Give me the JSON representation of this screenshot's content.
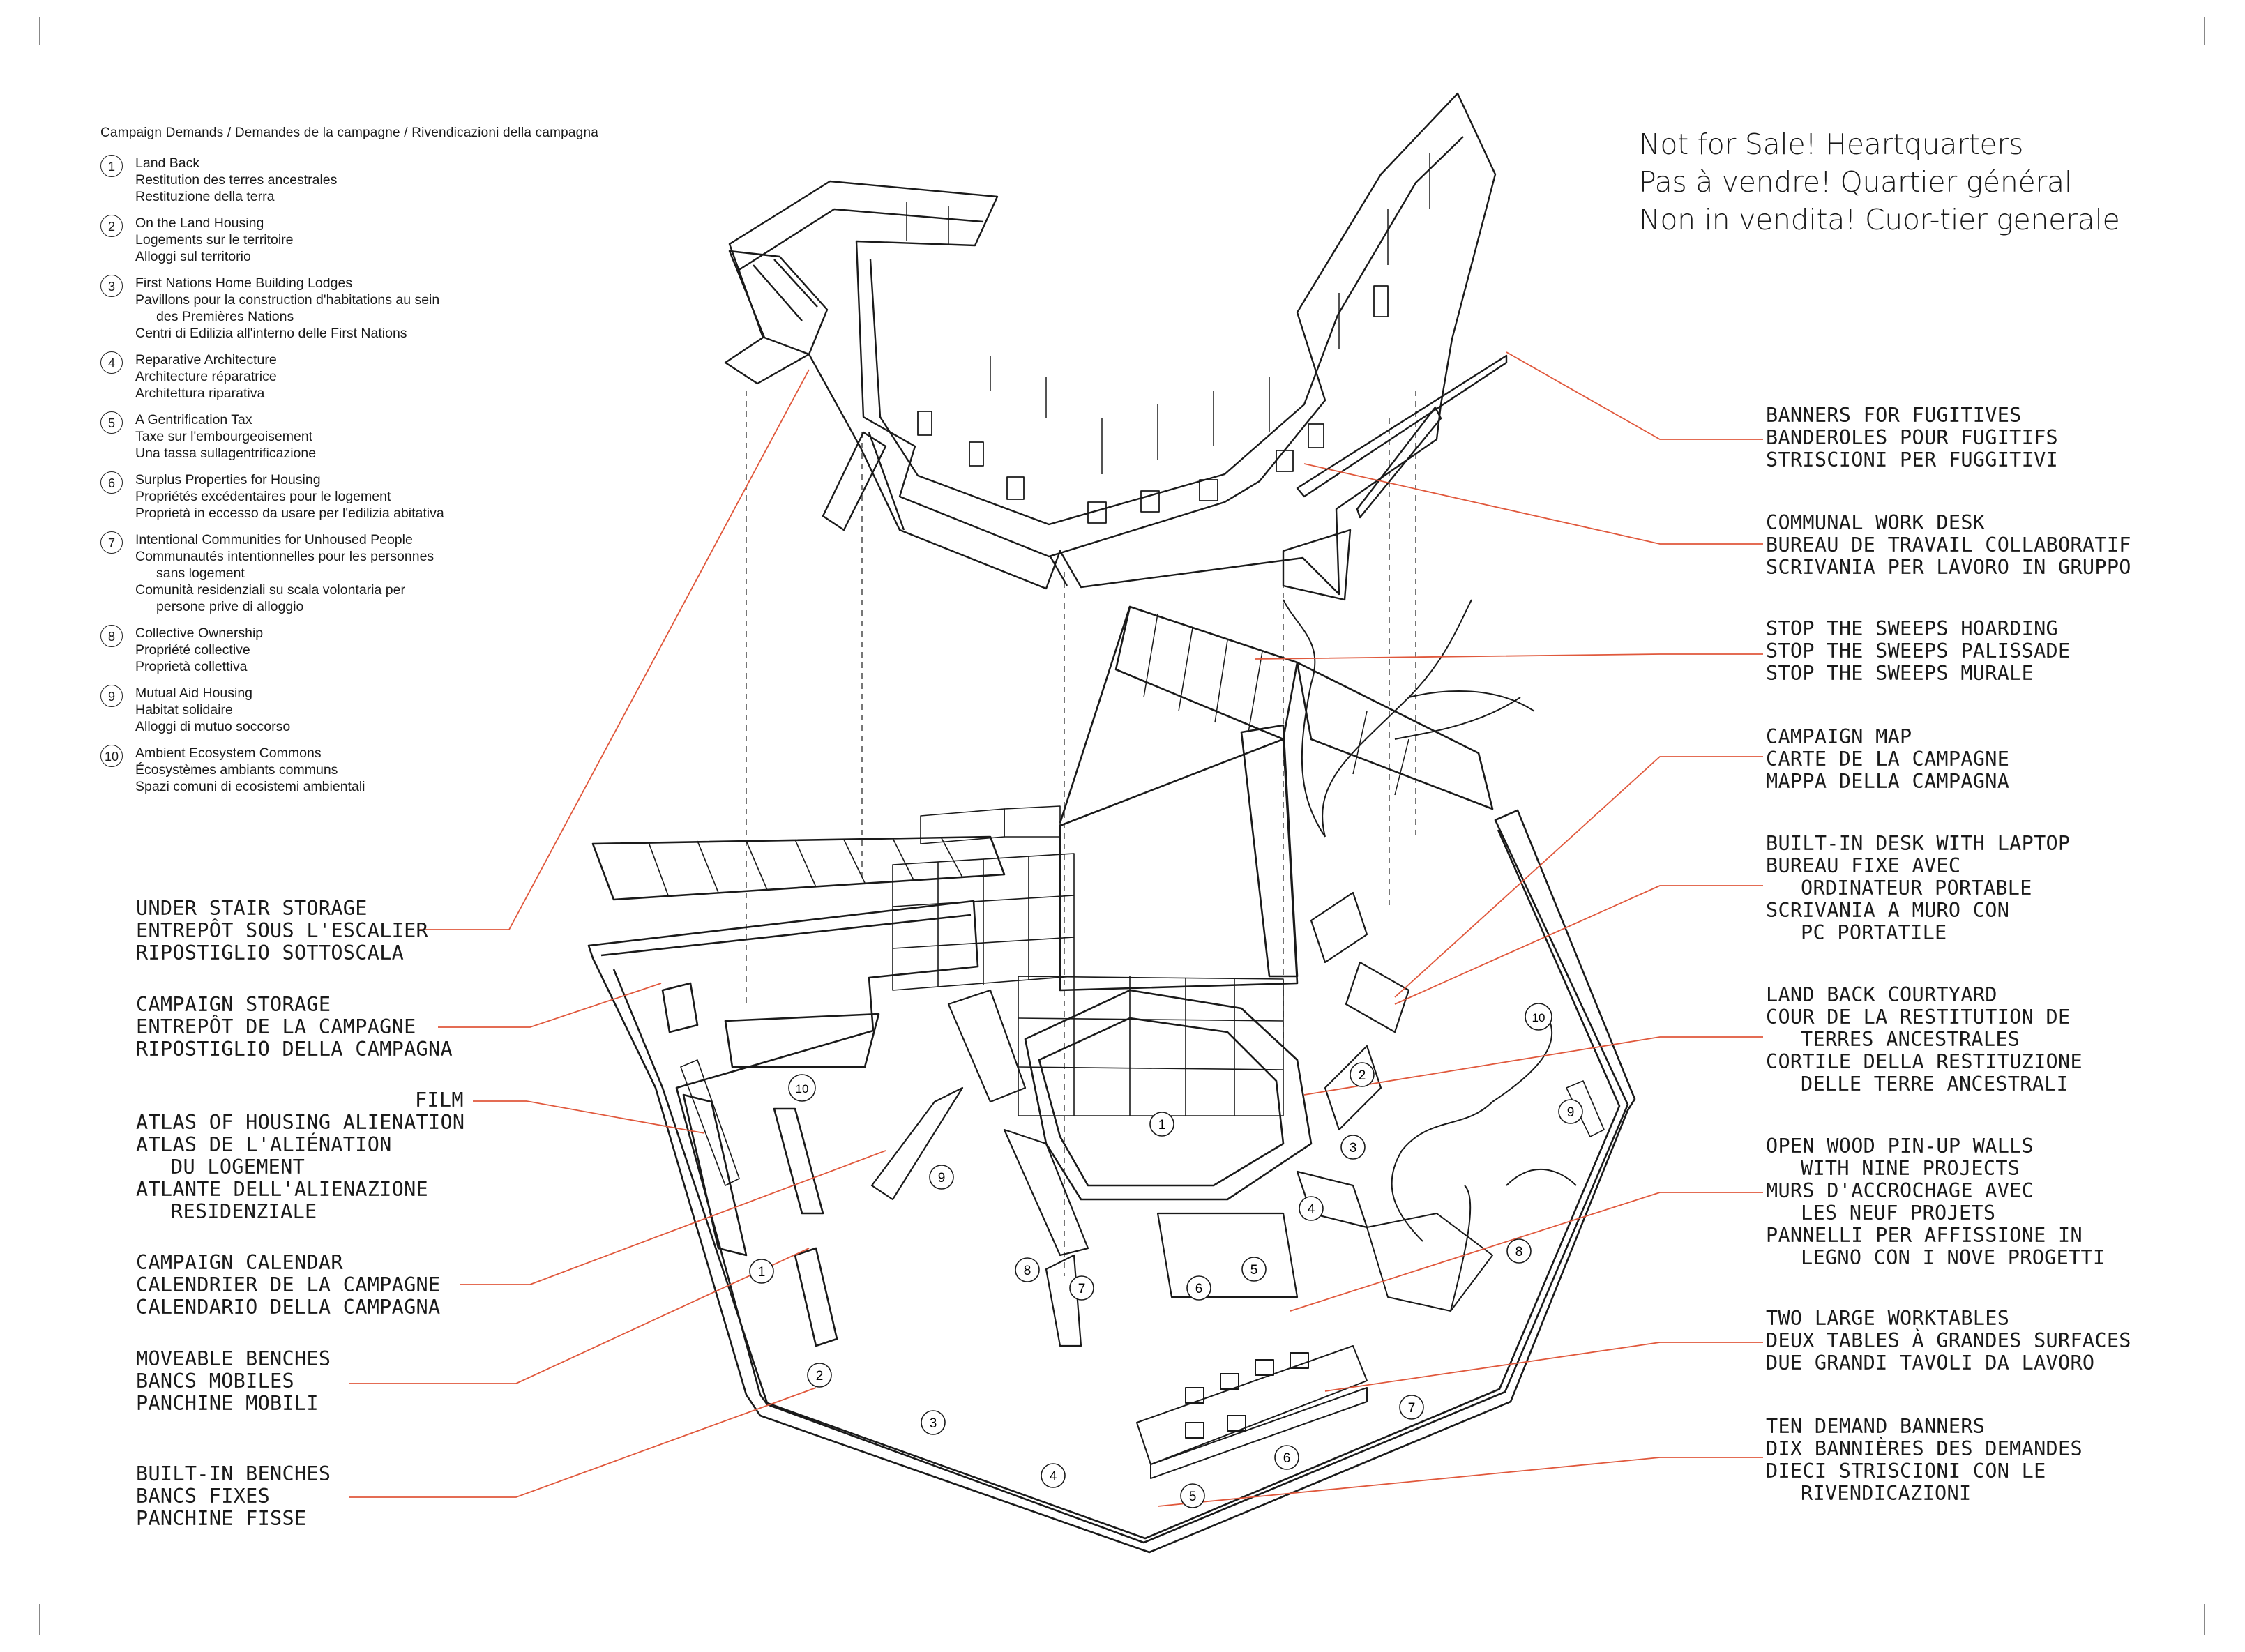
{
  "legend": {
    "heading": "Campaign Demands / Demandes de la campagne / Rivendicazioni della campagna",
    "items": [
      {
        "num": "1",
        "lines": [
          "Land Back",
          "Restitution des terres ancestrales",
          "Restituzione della terra"
        ]
      },
      {
        "num": "2",
        "lines": [
          "On the Land Housing",
          "Logements sur le territoire",
          "Alloggi sul territorio"
        ]
      },
      {
        "num": "3",
        "lines": [
          "First Nations Home Building Lodges",
          "Pavillons pour la construction d'habitations au sein",
          "des Premières Nations",
          "Centri di Edilizia all'interno delle First Nations"
        ]
      },
      {
        "num": "4",
        "lines": [
          "Reparative Architecture",
          "Architecture réparatrice",
          "Architettura riparativa"
        ]
      },
      {
        "num": "5",
        "lines": [
          "A Gentrification Tax",
          "Taxe sur l'embourgeoisement",
          "Una tassa sullagentrificazione"
        ]
      },
      {
        "num": "6",
        "lines": [
          "Surplus Properties for Housing",
          "Propriétés excédentaires pour le logement",
          "Proprietà in eccesso da usare per l'edilizia abitativa"
        ]
      },
      {
        "num": "7",
        "lines": [
          "Intentional Communities for Unhoused People",
          "Communautés intentionnelles pour les personnes",
          "sans logement",
          "Comunità residenziali su scala volontaria per",
          "persone prive di alloggio"
        ]
      },
      {
        "num": "8",
        "lines": [
          "Collective Ownership",
          "Propriété collective",
          "Proprietà collettiva"
        ]
      },
      {
        "num": "9",
        "lines": [
          "Mutual Aid Housing",
          "Habitat solidaire",
          "Alloggi di mutuo soccorso"
        ]
      },
      {
        "num": "10",
        "lines": [
          "Ambient Ecosystem Commons",
          "Écosystèmes ambiants communs",
          "Spazi comuni di ecosistemi ambientali"
        ]
      }
    ]
  },
  "title": {
    "en": "Not for Sale! Heartquarters",
    "fr": "Pas à vendre! Quartier général",
    "it": "Non in vendita! Cuor-tier generale"
  },
  "callouts_left": [
    {
      "id": "under-stair-storage",
      "lines": [
        "UNDER STAIR STORAGE",
        "ENTREPÔT SOUS L'ESCALIER",
        "RIPOSTIGLIO SOTTOSCALA"
      ]
    },
    {
      "id": "campaign-storage",
      "lines": [
        "CAMPAIGN STORAGE",
        "ENTREPÔT DE LA CAMPAGNE",
        "RIPOSTIGLIO DELLA CAMPAGNA"
      ]
    },
    {
      "id": "film",
      "lines": [
        "FILM",
        "ATLAS OF HOUSING ALIENATION",
        "ATLAS DE L'ALIÉNATION",
        "DU LOGEMENT",
        "ATLANTE DELL'ALIENAZIONE",
        "RESIDENZIALE"
      ]
    },
    {
      "id": "campaign-calendar",
      "lines": [
        "CAMPAIGN CALENDAR",
        "CALENDRIER DE LA CAMPAGNE",
        "CALENDARIO DELLA CAMPAGNA"
      ]
    },
    {
      "id": "moveable-benches",
      "lines": [
        "MOVEABLE BENCHES",
        "BANCS MOBILES",
        "PANCHINE MOBILI"
      ]
    },
    {
      "id": "built-in-benches",
      "lines": [
        "BUILT-IN BENCHES",
        "BANCS FIXES",
        "PANCHINE FISSE"
      ]
    }
  ],
  "callouts_right": [
    {
      "id": "banners-for-fugitives",
      "lines": [
        "BANNERS FOR FUGITIVES",
        "BANDEROLES POUR FUGITIFS",
        "STRISCIONI PER FUGGITIVI"
      ]
    },
    {
      "id": "communal-work-desk",
      "lines": [
        "COMMUNAL WORK DESK",
        "BUREAU DE TRAVAIL COLLABORATIF",
        "SCRIVANIA PER LAVORO IN GRUPPO"
      ]
    },
    {
      "id": "stop-the-sweeps",
      "lines": [
        "STOP THE SWEEPS HOARDING",
        "STOP THE SWEEPS PALISSADE",
        "STOP THE SWEEPS MURALE"
      ]
    },
    {
      "id": "campaign-map",
      "lines": [
        "CAMPAIGN MAP",
        "CARTE DE LA CAMPAGNE",
        "MAPPA DELLA CAMPAGNA"
      ]
    },
    {
      "id": "built-in-desk",
      "lines": [
        "BUILT-IN DESK WITH LAPTOP",
        "BUREAU FIXE AVEC",
        "ORDINATEUR PORTABLE",
        "SCRIVANIA A MURO CON",
        "PC PORTATILE"
      ]
    },
    {
      "id": "land-back-courtyard",
      "lines": [
        "LAND BACK COURTYARD",
        "COUR DE LA RESTITUTION DE",
        "TERRES ANCESTRALES",
        "CORTILE DELLA RESTITUZIONE",
        "DELLE TERRE ANCESTRALI"
      ]
    },
    {
      "id": "pin-up-walls",
      "lines": [
        "OPEN WOOD PIN-UP WALLS",
        "WITH NINE PROJECTS",
        "MURS D'ACCROCHAGE AVEC",
        "LES NEUF PROJETS",
        "PANNELLI PER AFFISSIONE IN",
        "LEGNO CON I NOVE PROGETTI"
      ]
    },
    {
      "id": "two-worktables",
      "lines": [
        "TWO LARGE WORKTABLES",
        "DEUX TABLES À GRANDES SURFACES",
        "DUE GRANDI TAVOLI DA LAVORO"
      ]
    },
    {
      "id": "ten-demand-banners",
      "lines": [
        "TEN DEMAND BANNERS",
        "DIX BANNIÈRES DES DEMANDES",
        "DIECI STRISCIONI CON LE",
        "RIVENDICAZIONI"
      ]
    }
  ],
  "plan_markers": [
    "1",
    "2",
    "3",
    "4",
    "5",
    "6",
    "7",
    "8",
    "9",
    "10"
  ],
  "colors": {
    "ink": "#1a1a1a",
    "leader": "#e0583c",
    "dash": "#555555"
  }
}
